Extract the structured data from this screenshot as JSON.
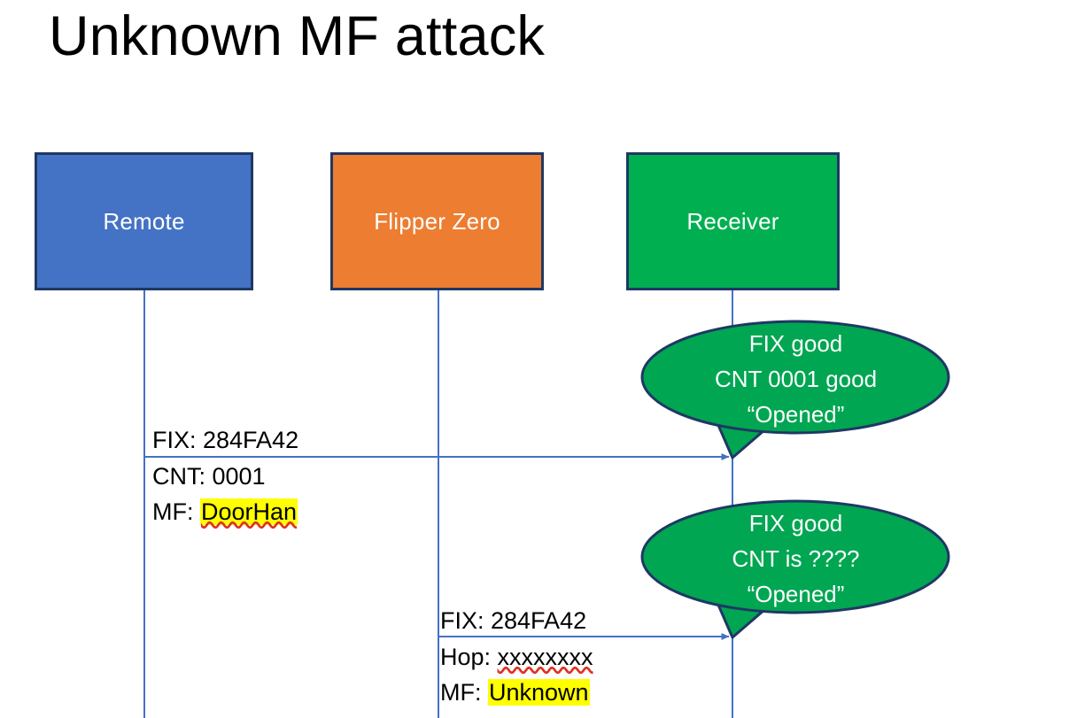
{
  "slide": {
    "title": "Unknown MF attack",
    "background": "#FFFFFF"
  },
  "colors": {
    "remote_fill": "#4472C4",
    "flipper_fill": "#ED7D31",
    "receiver_fill": "#00B050",
    "box_border": "#1F3864",
    "lifeline": "#4472C4",
    "arrow": "#4472C4",
    "highlight": "#FFFF00",
    "spellcheck_underline": "#E03020",
    "callout_text": "#FFFFFF"
  },
  "actors": [
    {
      "id": "remote",
      "label": "Remote"
    },
    {
      "id": "flipper",
      "label": "Flipper Zero"
    },
    {
      "id": "receiver",
      "label": "Receiver"
    }
  ],
  "messages": [
    {
      "id": "msg-1",
      "from": "remote",
      "to": "receiver",
      "label_top": "FIX: 284FA42",
      "label_line2_prefix": "CNT: ",
      "label_line2_value": "0001",
      "label_line3_prefix": "MF: ",
      "label_line3_value": "DoorHan",
      "line3_highlighted": true,
      "line3_spellchecked": true
    },
    {
      "id": "msg-2",
      "from": "flipper",
      "to": "receiver",
      "label_top": "FIX: 284FA42",
      "label_line2_prefix": "Hop: ",
      "label_line2_value": "xxxxxxxx",
      "label_line3_prefix": "MF: ",
      "label_line3_value": "Unknown",
      "line2_spellchecked": true,
      "line3_highlighted": true
    }
  ],
  "callouts": [
    {
      "id": "callout-1",
      "anchor": "receiver",
      "lines": [
        "FIX good",
        "CNT 0001 good",
        "“Opened”"
      ]
    },
    {
      "id": "callout-2",
      "anchor": "receiver",
      "lines": [
        "FIX good",
        "CNT is ????",
        "“Opened”"
      ]
    }
  ]
}
